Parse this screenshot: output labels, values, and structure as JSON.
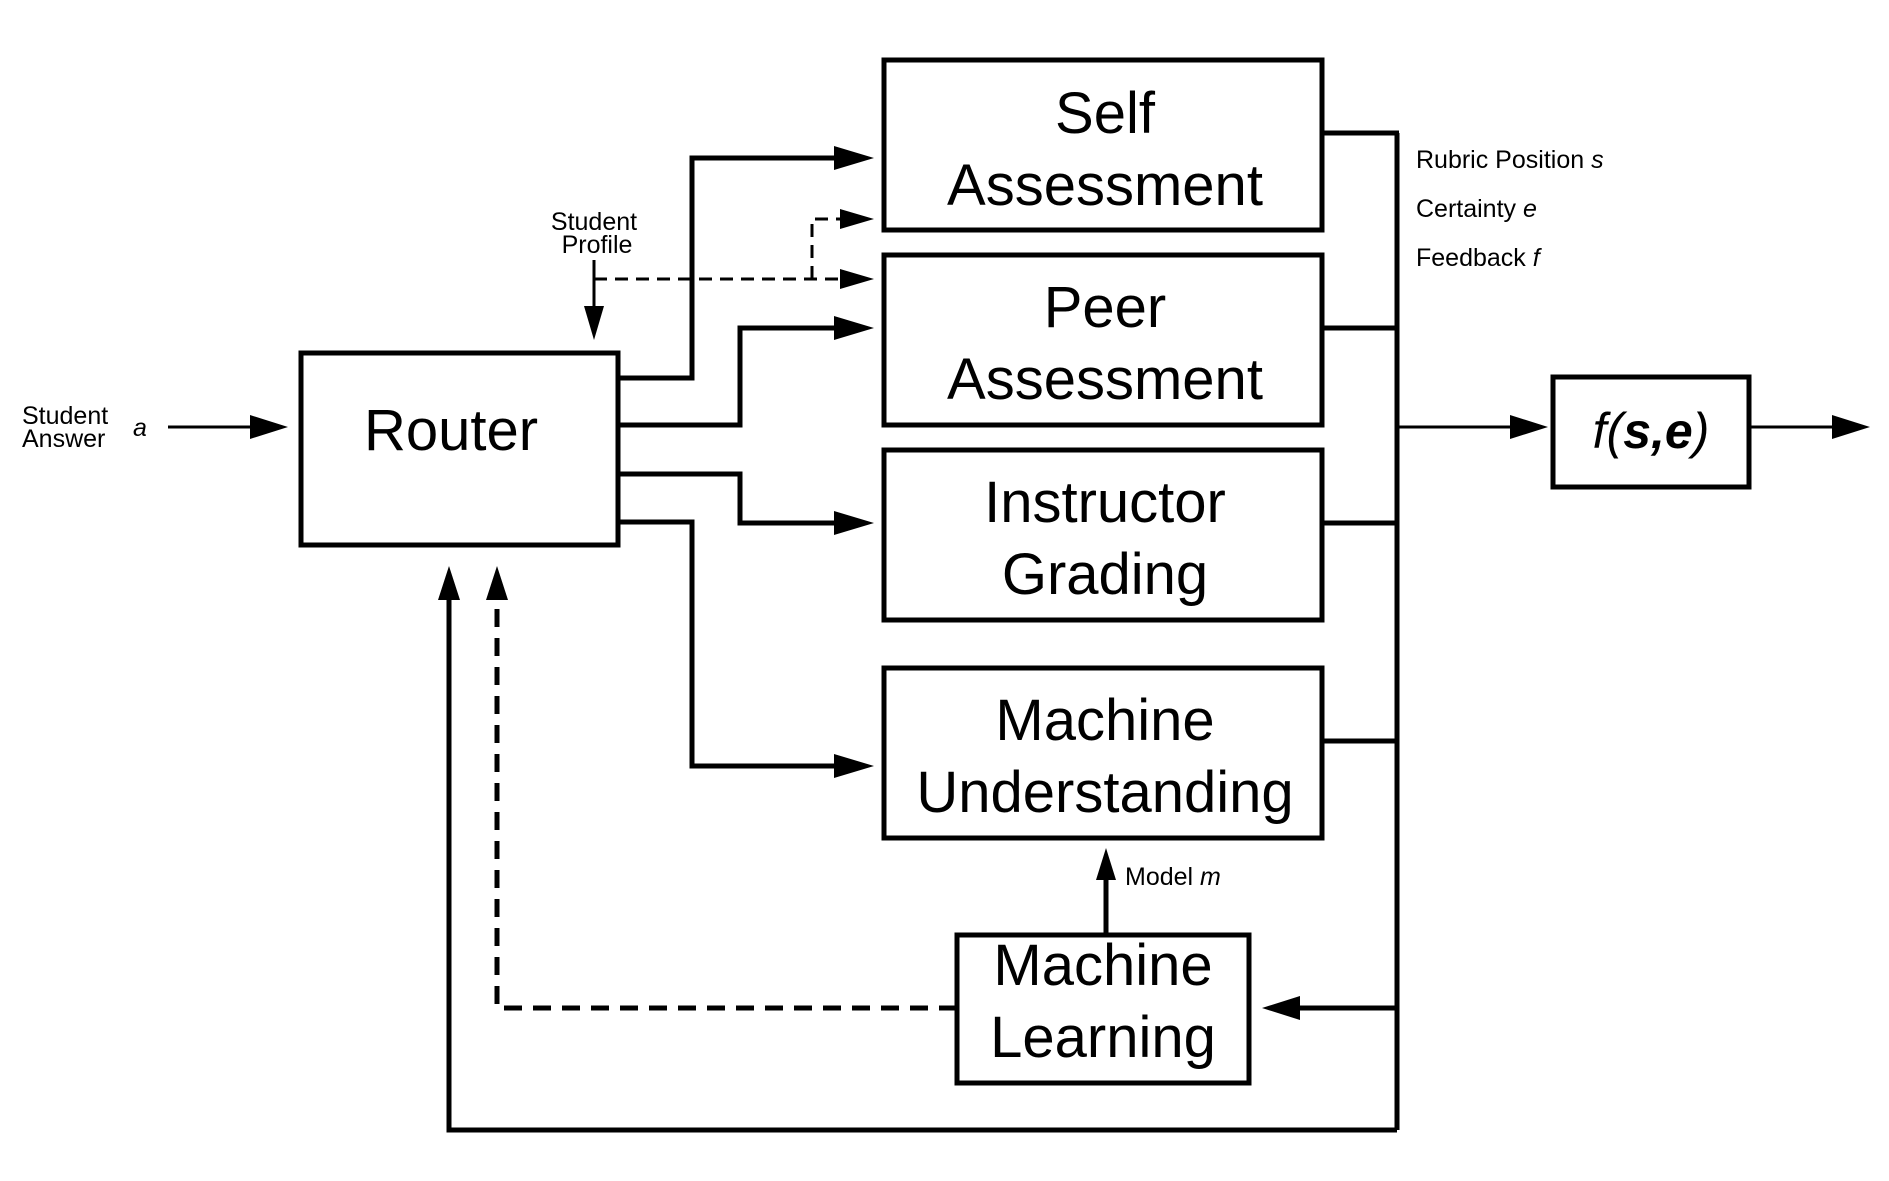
{
  "inputs": {
    "student_answer_line1": "Student",
    "student_answer_line2": "Answer",
    "student_answer_var": "a",
    "student_profile_line1": "Student",
    "student_profile_line2": "Profile"
  },
  "router": {
    "label": "Router"
  },
  "assessors": {
    "self": {
      "line1": "Self",
      "line2": "Assessment"
    },
    "peer": {
      "line1": "Peer",
      "line2": "Assessment"
    },
    "instructor": {
      "line1": "Instructor",
      "line2": "Grading"
    },
    "machine_understanding": {
      "line1": "Machine",
      "line2": "Understanding"
    }
  },
  "machine_learning": {
    "line1": "Machine",
    "line2": "Learning"
  },
  "model_label": {
    "text": "Model",
    "var": "m"
  },
  "outputs": {
    "rubric": {
      "text": "Rubric Position",
      "var": "s"
    },
    "certainty": {
      "text": "Certainty",
      "var": "e"
    },
    "feedback": {
      "text": "Feedback",
      "var": "f"
    }
  },
  "combiner": {
    "f": "f",
    "open": "(",
    "s": "s",
    "comma": ",",
    "e": "e",
    "close": ")"
  }
}
